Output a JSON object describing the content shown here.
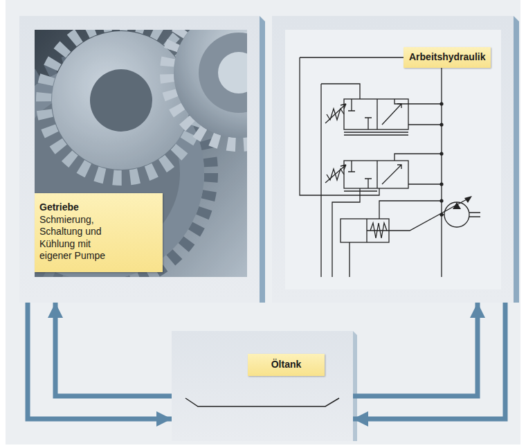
{
  "diagram": {
    "nodes": [
      {
        "text": [
          "Getriebe",
          "Schmierung, Schaltung und Kühlung mit eigener Pumpe"
        ]
      },
      {
        "text": [
          "Arbeitshydraulik"
        ]
      },
      {
        "text": [
          "Öltank"
        ]
      }
    ],
    "edges": [
      {
        "from": 2,
        "to": 0,
        "arrow": "to"
      },
      {
        "from": 0,
        "to": 2,
        "arrow": "to"
      },
      {
        "from": 2,
        "to": 1,
        "arrow": "to"
      },
      {
        "from": 1,
        "to": 2,
        "arrow": "to"
      }
    ]
  }
}
